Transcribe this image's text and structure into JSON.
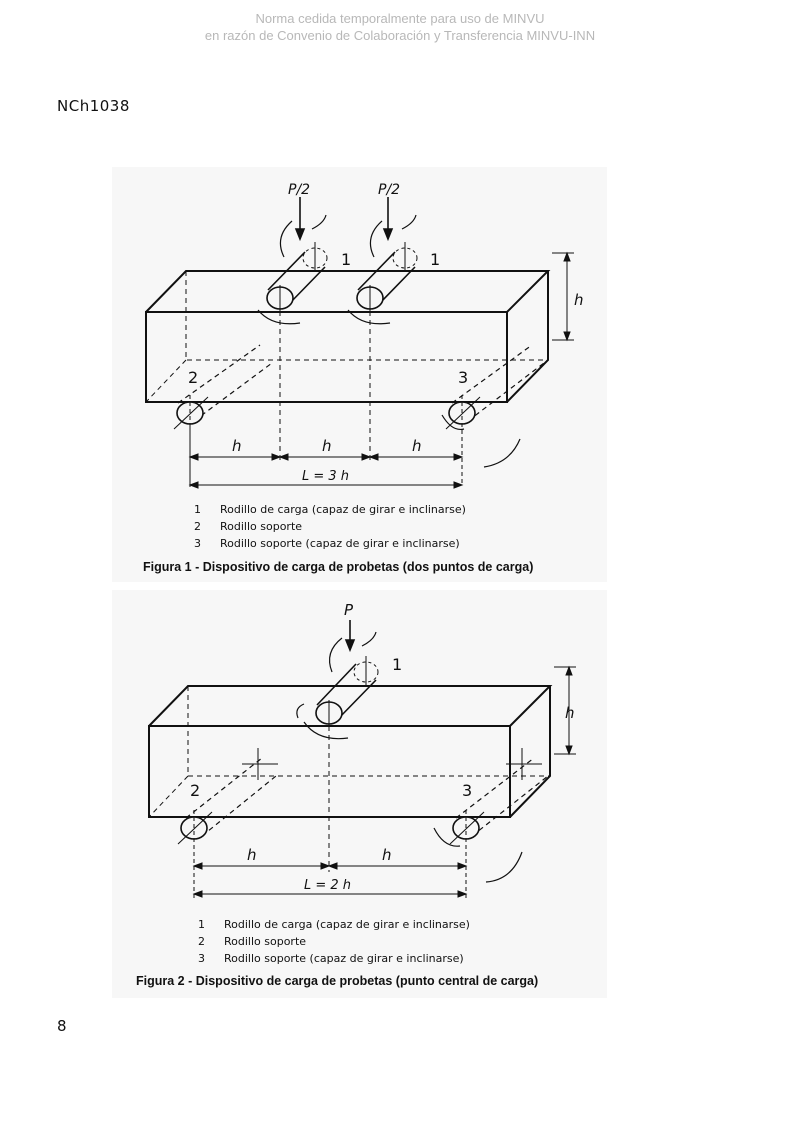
{
  "watermark": {
    "line1": "Norma cedida temporalmente para uso de MINVU",
    "line2": "en razón de Convenio de Colaboración y Transferencia MINVU-INN"
  },
  "doc_code": "NCh1038",
  "page_number": "8",
  "figure1": {
    "load_label_a": "P/2",
    "load_label_b": "P/2",
    "height_label": "h",
    "span_labels": [
      "h",
      "h",
      "h"
    ],
    "total_span": "L = 3 h",
    "callouts": [
      "1",
      "1",
      "2",
      "3"
    ],
    "legend": [
      {
        "num": "1",
        "text": "Rodillo de carga (capaz de girar e inclinarse)"
      },
      {
        "num": "2",
        "text": "Rodillo soporte"
      },
      {
        "num": "3",
        "text": "Rodillo soporte (capaz de girar e inclinarse)"
      }
    ],
    "caption": "Figura 1 - Dispositivo de carga de probetas (dos puntos de carga)"
  },
  "figure2": {
    "load_label": "P",
    "height_label": "h",
    "span_labels": [
      "h",
      "h"
    ],
    "total_span": "L = 2 h",
    "callouts": [
      "1",
      "2",
      "3"
    ],
    "legend": [
      {
        "num": "1",
        "text": "Rodillo de carga (capaz de girar e inclinarse)"
      },
      {
        "num": "2",
        "text": "Rodillo soporte"
      },
      {
        "num": "3",
        "text": "Rodillo soporte (capaz de girar e inclinarse)"
      }
    ],
    "caption": "Figura 2 - Dispositivo de carga de probetas (punto central de carga)"
  }
}
